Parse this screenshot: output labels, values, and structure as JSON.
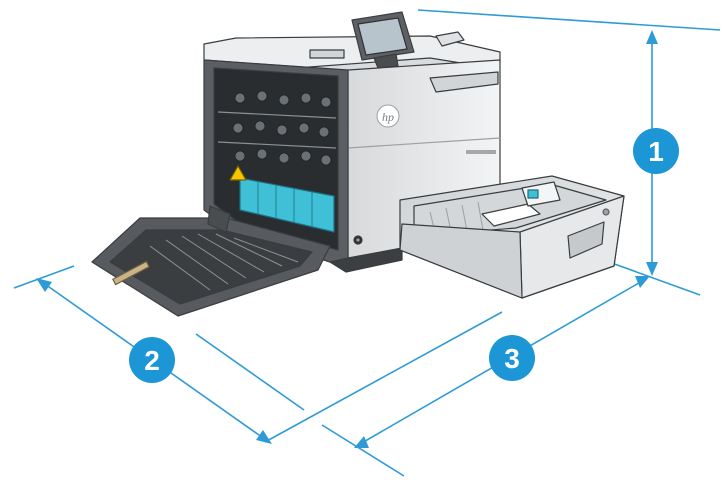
{
  "colors": {
    "callout": "#1C96D4",
    "dimension_line": "#2E9BD6",
    "printer_body_light": "#E9EAEB",
    "printer_body_dark": "#4A4D50",
    "accent_teal": "#3FC0D6",
    "warning_yellow": "#F6C700"
  },
  "brand_logo": "hp",
  "callouts": [
    {
      "number": "1",
      "meaning": "height"
    },
    {
      "number": "2",
      "meaning": "width"
    },
    {
      "number": "3",
      "meaning": "depth"
    }
  ]
}
